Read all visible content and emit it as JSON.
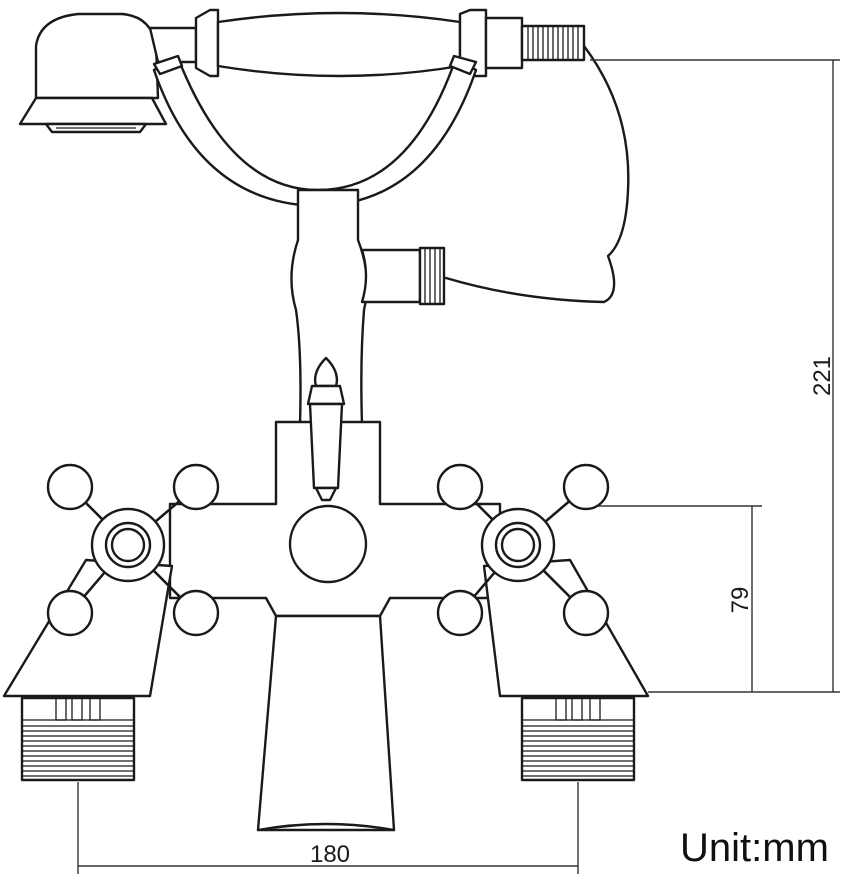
{
  "dimensions": {
    "total_height": "221",
    "handle_height": "79",
    "inlet_spacing": "180"
  },
  "unit_label": "Unit:mm"
}
